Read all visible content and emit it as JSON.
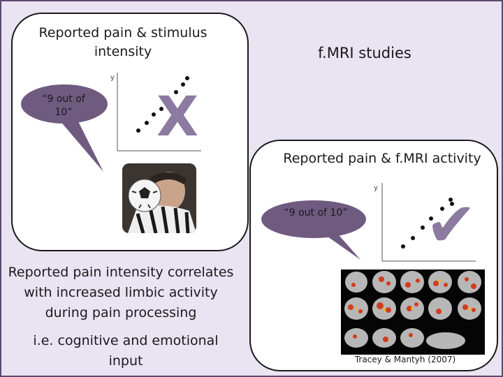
{
  "title_stimulus": "Reported pain & stimulus intensity",
  "title_fmri": "f.MRI studies",
  "title_activity": "Reported pain & f.MRI activity",
  "bubble_top": "“9 out of 10”",
  "bubble_bottom": "“9 out of 10”",
  "mark_cross": "X",
  "mark_check": "✔",
  "axis_y_label": "y",
  "conclusion": "Reported pain intensity correlates with increased limbic activity during pain processing",
  "note": "i.e. cognitive and emotional input",
  "citation": "Tracey & Mantyh (2007)",
  "colors": {
    "frame": "#5e4a6e",
    "background": "#e9e3f2",
    "bubble_fill": "#6f5a80",
    "mark_fill": "#8c7aa0"
  },
  "icons": [
    "speech-bubble-icon",
    "cross-mark-icon",
    "check-mark-icon",
    "football-photo",
    "brain-scan-grid"
  ]
}
